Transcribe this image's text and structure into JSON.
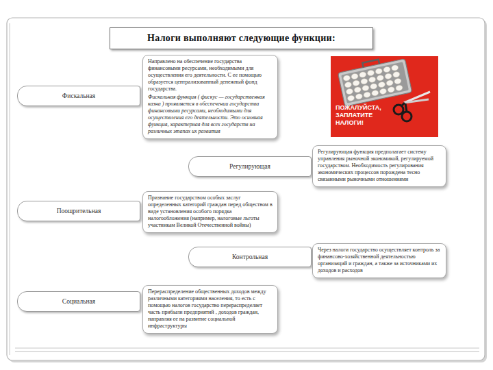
{
  "diagram": {
    "title": "Налоги выполняют следующие функции:",
    "nodes": [
      {
        "text": [
          "Фискальная"
        ]
      },
      {
        "text": [
          "Направлено на обеспечение государства финансовыми ресурсами, необходимыми для осуществления его деятельности. С ее помощью образуется централизованный денежный фонд государства.",
          "Фискальная функция ( фискус — государственная казна ) проявляется в обеспечении государства финансовыми ресурсами, необходимыми для осуществления его деятельности. Это основная функция, характерная для всех государств на различных этапах их развития"
        ]
      },
      {
        "text": [
          "Регулирующая"
        ]
      },
      {
        "text": [
          "Регулирующая функция предполагает систему управления рыночной экономикой, регулируемой государством. Необходимость регулирования экономических процессов порождена тесно связанными рыночными отношениями"
        ]
      },
      {
        "text": [
          "Поощрительная"
        ]
      },
      {
        "text": [
          "Признание государством особых заслуг определенных категорий граждан перед обществом в виде установления особого порядка налогообложения (например, налоговые льготы участникам Великой Отечественной войны)"
        ]
      },
      {
        "text": [
          "Контрольная"
        ]
      },
      {
        "text": [
          "Через налоги государство осуществляет контроль за финансово-хозяйственной деятельностью организаций и граждан, а также за источниками их доходов и расходов"
        ]
      },
      {
        "text": [
          "Социальная"
        ]
      },
      {
        "text": [
          "Перераспределение общественных доходов между различными категориями населения, то есть с помощью налогов государство перераспределяет часть прибыли предприятий , доходов граждан, направляя ее на развитие социальной инфраструктуры"
        ]
      }
    ],
    "labels": [
      "ПОЖАЛУЙСТА, ЗАПЛАТИТЕ НАЛОГИ!"
    ]
  }
}
